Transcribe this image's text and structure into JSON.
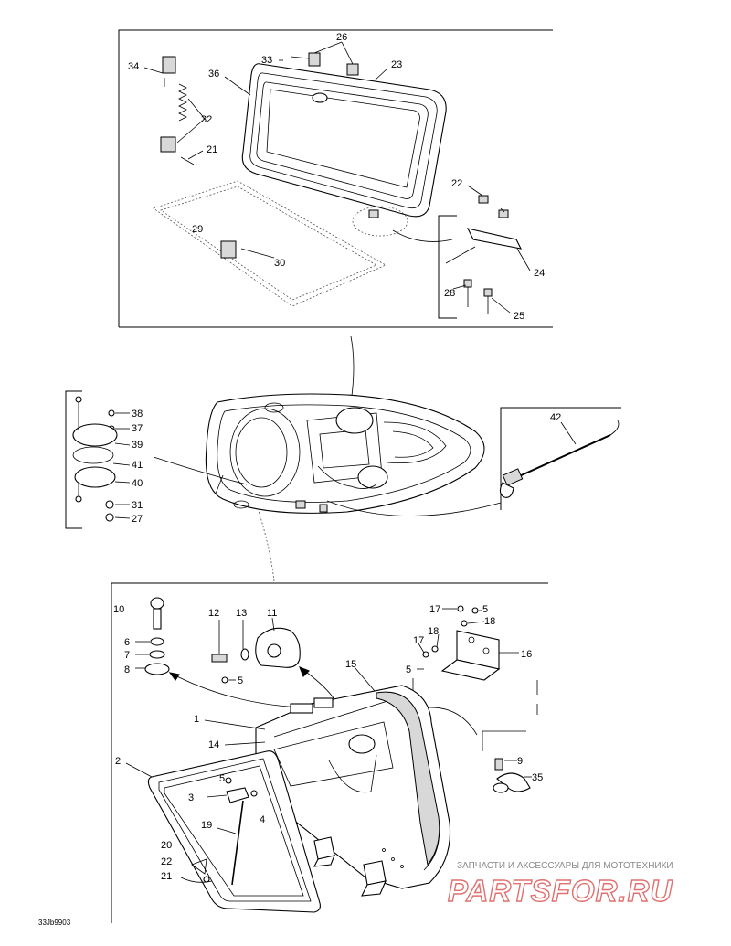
{
  "diagram": {
    "part_numbers": [
      "1",
      "2",
      "3",
      "4",
      "5",
      "6",
      "7",
      "8",
      "9",
      "10",
      "11",
      "12",
      "13",
      "14",
      "15",
      "16",
      "17",
      "18",
      "19",
      "20",
      "21",
      "22",
      "23",
      "24",
      "25",
      "26",
      "27",
      "28",
      "29",
      "30",
      "31",
      "32",
      "33",
      "34",
      "35",
      "36",
      "37",
      "38",
      "39",
      "40",
      "41",
      "42"
    ],
    "drawing_code": "33Jb9903",
    "watermark_caption": "ЗАПЧАСТИ И АКСЕССУАРЫ ДЛЯ МОТОТЕХНИКИ",
    "watermark_logo": "PARTSFOR.RU"
  }
}
